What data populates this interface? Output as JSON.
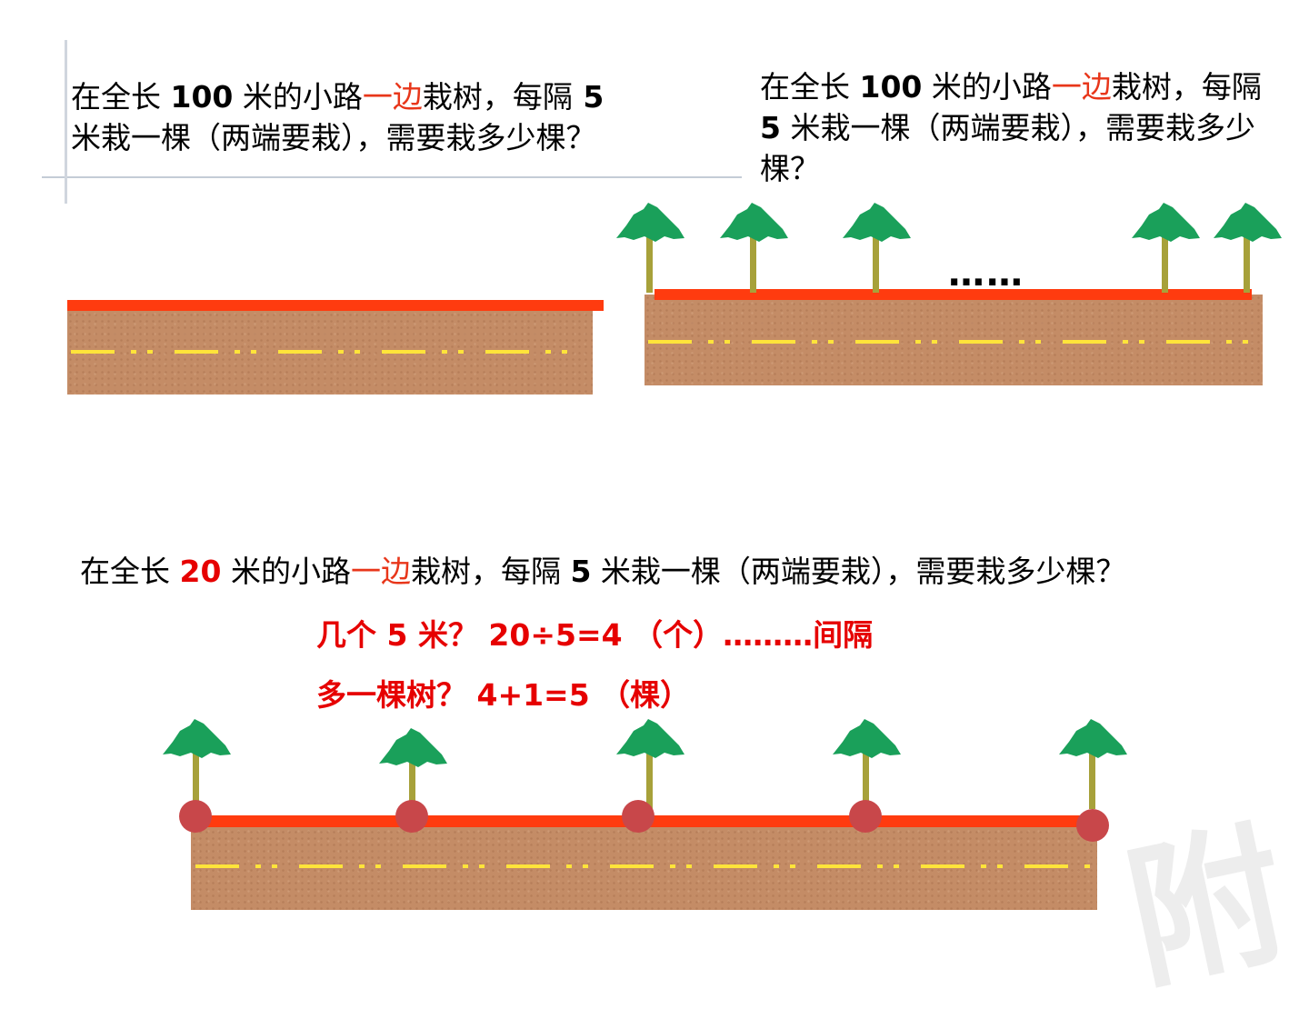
{
  "q1": {
    "a": "在全长",
    "num": "100",
    "b": "米的小路",
    "hl": "一边",
    "c": "栽树，每隔",
    "num2": "5",
    "d": "米栽一棵（两端要栽），需要栽多少棵？"
  },
  "q2": {
    "a": "在全长",
    "num": "100",
    "b": "米的小路",
    "hl": "一边",
    "c": "栽树，每隔",
    "num2": "5",
    "d": "米栽一棵（两端要栽），需要栽多少棵？"
  },
  "q3": {
    "a": "在全长",
    "num": "20",
    "b": "米的小路",
    "hl": "一边",
    "c": "栽树，每隔",
    "num2": "5",
    "d": "米栽一棵（两端要栽），需要栽多少棵？"
  },
  "eq1": "几个 5 米？ 20÷5=4 （个）………间隔",
  "eq2": "多一棵树？ 4+1=5 （棵）",
  "ellipsis": "……",
  "watermark": "附",
  "icons": {
    "tree": "tree-icon",
    "dot": "planting-point-icon"
  },
  "colors": {
    "road": "#c48c66",
    "edge": "#ff3b0f",
    "centerline": "#ffe43a",
    "accent": "#e60000",
    "tree_top": "#1aa05a",
    "trunk": "#a7a13a",
    "dot": "#c8474a"
  }
}
